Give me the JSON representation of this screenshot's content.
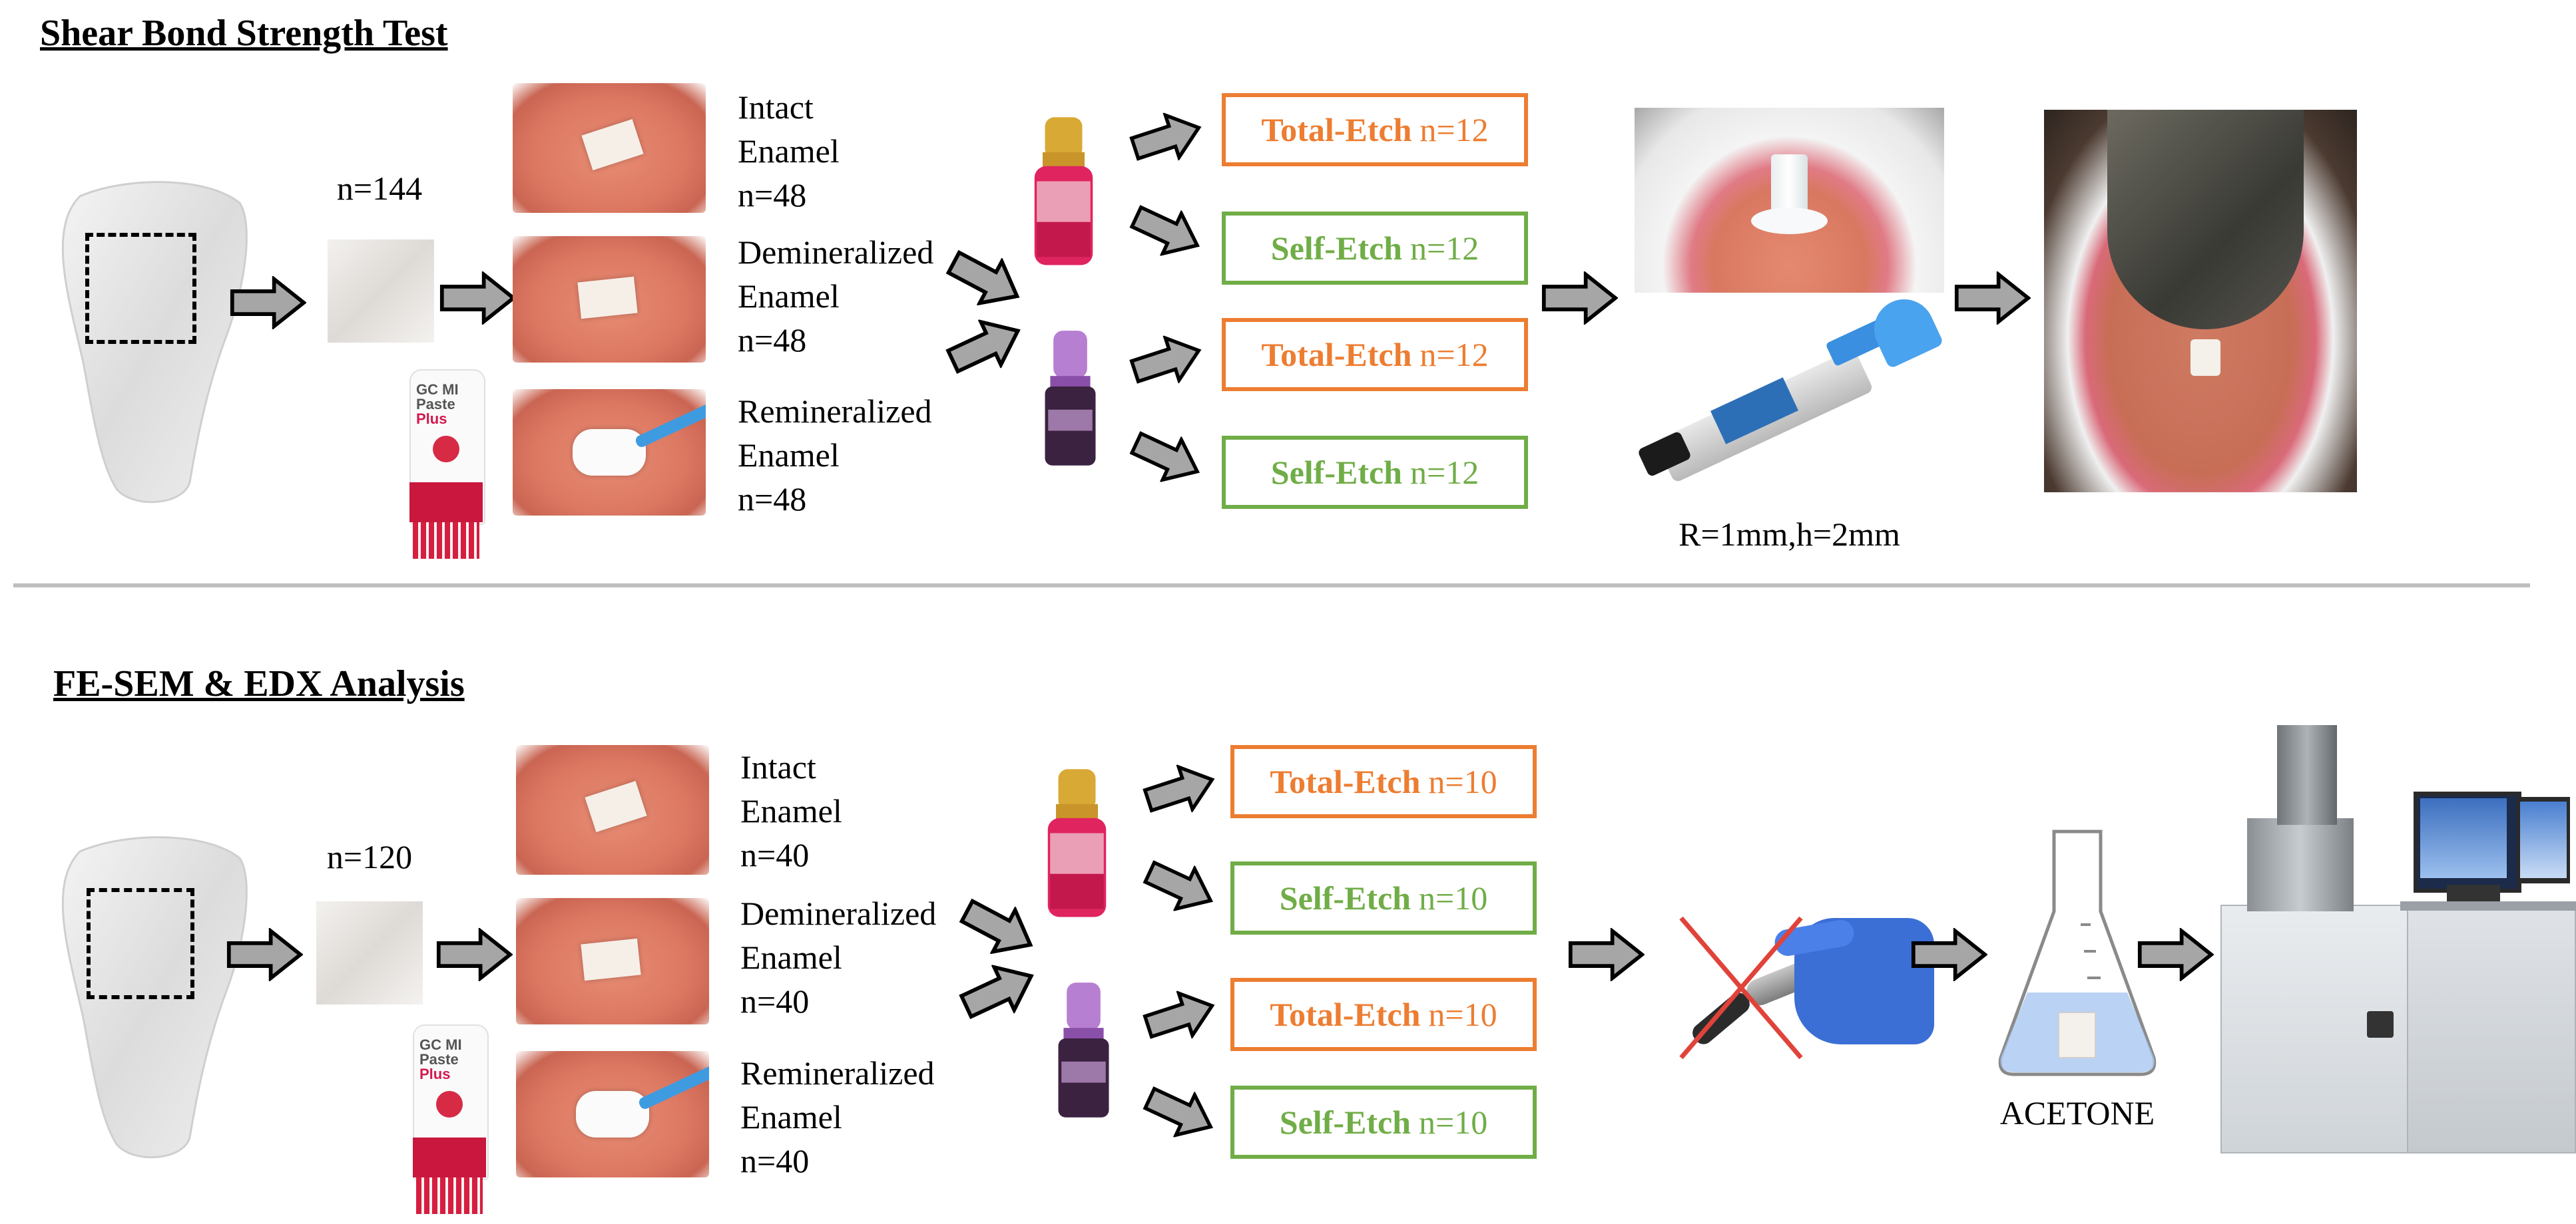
{
  "section1": {
    "title": "Shear Bond Strength Test",
    "count": "n=144",
    "groups": [
      {
        "line1": "Intact",
        "line2": "Enamel",
        "n": "n=48"
      },
      {
        "line1": "Demineralized",
        "line2": "Enamel",
        "n": "n=48"
      },
      {
        "line1": "Remineralized",
        "line2": "Enamel",
        "n": "n=48"
      }
    ],
    "boxes": [
      {
        "label": "Total-Etch",
        "n": "n=12",
        "color": "#ED7D31"
      },
      {
        "label": "Self-Etch",
        "n": "n=12",
        "color": "#70AD47"
      },
      {
        "label": "Total-Etch",
        "n": "n=12",
        "color": "#ED7D31"
      },
      {
        "label": "Self-Etch",
        "n": "n=12",
        "color": "#70AD47"
      }
    ],
    "dimension_label": "R=1mm,h=2mm"
  },
  "section2": {
    "title": "FE-SEM & EDX Analysis",
    "count": "n=120",
    "groups": [
      {
        "line1": "Intact",
        "line2": "Enamel",
        "n": "n=40"
      },
      {
        "line1": "Demineralized",
        "line2": "Enamel",
        "n": "n=40"
      },
      {
        "line1": "Remineralized",
        "line2": "Enamel",
        "n": "n=40"
      }
    ],
    "boxes": [
      {
        "label": "Total-Etch",
        "n": "n=10",
        "color": "#ED7D31"
      },
      {
        "label": "Self-Etch",
        "n": "n=10",
        "color": "#70AD47"
      },
      {
        "label": "Total-Etch",
        "n": "n=10",
        "color": "#ED7D31"
      },
      {
        "label": "Self-Etch",
        "n": "n=10",
        "color": "#70AD47"
      }
    ],
    "acetone_label": "ACETONE"
  },
  "tube_text": {
    "brand": "GC MI",
    "product": "Paste",
    "variant": "Plus"
  },
  "colors": {
    "total_etch": "#ED7D31",
    "self_etch": "#70AD47",
    "arrow_fill": "#a6a6a6",
    "divider": "#bfbfbf"
  }
}
